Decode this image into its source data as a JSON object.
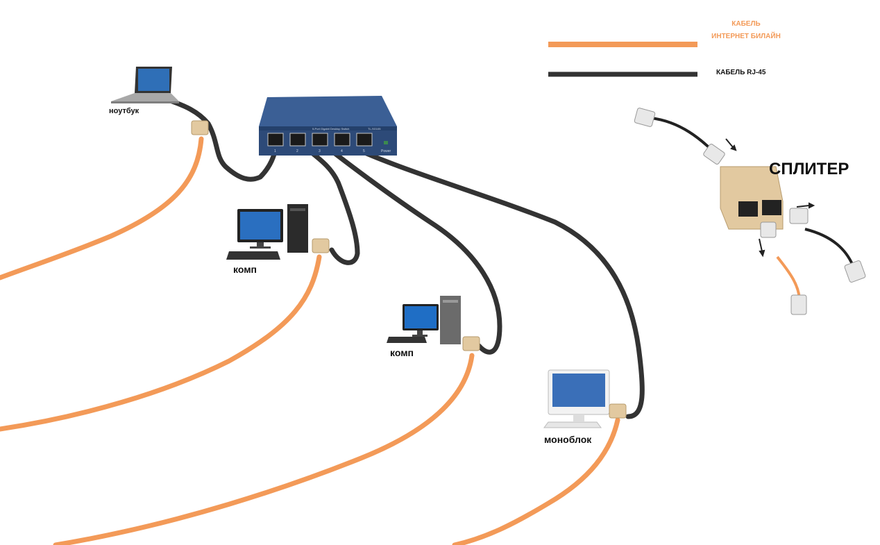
{
  "legend": {
    "internet_cable_label_line1": "КАБЕЛЬ",
    "internet_cable_label_line2": "ИНТЕРНЕТ БИЛАЙН",
    "rj45_cable_label": "КАБЕЛЬ RJ-45",
    "internet_cable_color": "#f39a58",
    "rj45_cable_color": "#333333"
  },
  "devices": {
    "laptop_label": "ноутбук",
    "pc1_label": "комп",
    "pc2_label": "комп",
    "monoblock_label": "моноблок"
  },
  "switch": {
    "header_text": "5-Port Gigabit Desktop Switch",
    "model": "TL-SG105",
    "port_numbers": [
      "1",
      "2",
      "3",
      "4",
      "5"
    ],
    "power_label": "Power"
  },
  "splitter": {
    "title": "СПЛИТЕР"
  },
  "colors": {
    "coupler": "#e2c9a0",
    "switch_body": "#2d4a78",
    "switch_top": "#3b5f95"
  }
}
